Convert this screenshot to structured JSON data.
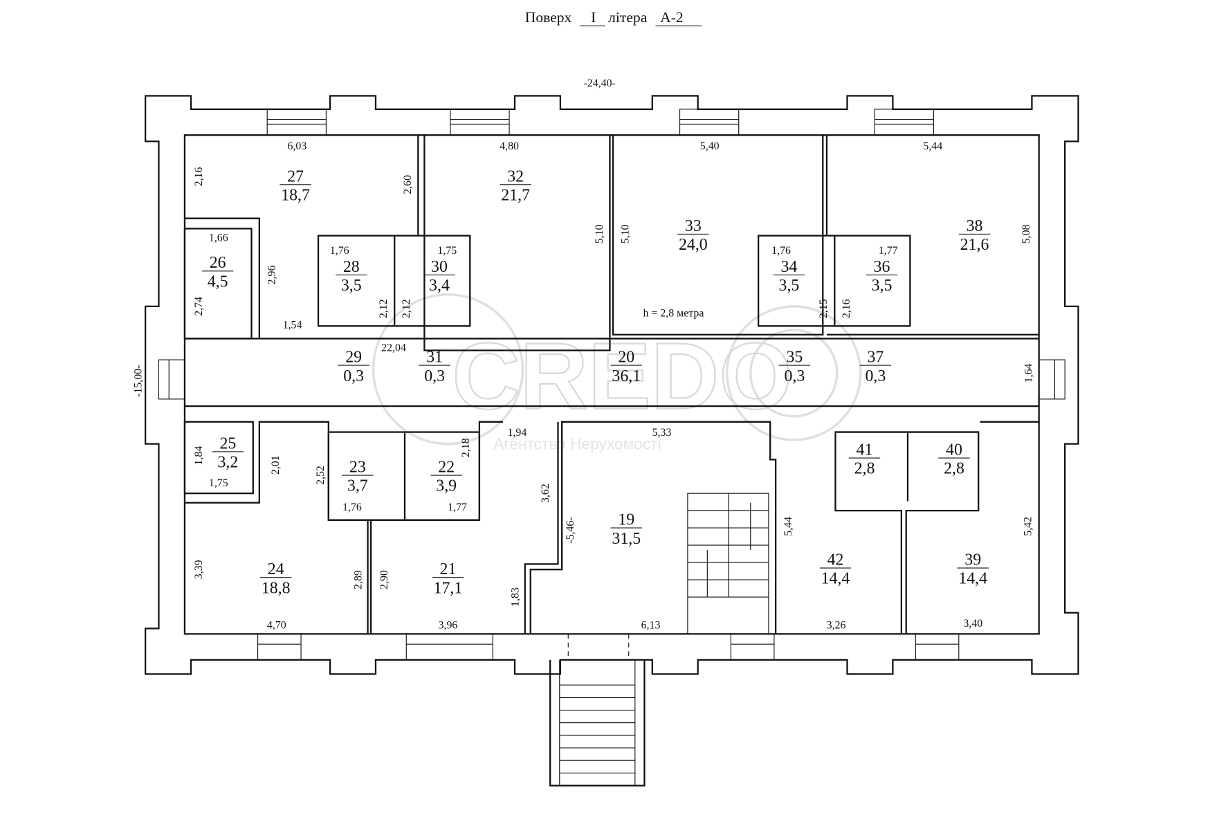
{
  "header": {
    "prefix": "Поверх",
    "floor": "I",
    "mid": "літера",
    "letter": "А-2"
  },
  "overall": {
    "width": "-24,40-",
    "depth": "-15,00-"
  },
  "note": "h = 2,8 метра",
  "watermark": {
    "brand": "CREDO",
    "tagline": "Агентство Нерухомості"
  },
  "rooms": [
    {
      "num": "27",
      "area": "18,7"
    },
    {
      "num": "32",
      "area": "21,7"
    },
    {
      "num": "33",
      "area": "24,0"
    },
    {
      "num": "38",
      "area": "21,6"
    },
    {
      "num": "26",
      "area": "4,5"
    },
    {
      "num": "28",
      "area": "3,5"
    },
    {
      "num": "30",
      "area": "3,4"
    },
    {
      "num": "34",
      "area": "3,5"
    },
    {
      "num": "36",
      "area": "3,5"
    },
    {
      "num": "29",
      "area": "0,3"
    },
    {
      "num": "31",
      "area": "0,3"
    },
    {
      "num": "20",
      "area": "36,1"
    },
    {
      "num": "35",
      "area": "0,3"
    },
    {
      "num": "37",
      "area": "0,3"
    },
    {
      "num": "25",
      "area": "3,2"
    },
    {
      "num": "23",
      "area": "3,7"
    },
    {
      "num": "22",
      "area": "3,9"
    },
    {
      "num": "41",
      "area": "2,8"
    },
    {
      "num": "40",
      "area": "2,8"
    },
    {
      "num": "19",
      "area": "31,5"
    },
    {
      "num": "24",
      "area": "18,8"
    },
    {
      "num": "21",
      "area": "17,1"
    },
    {
      "num": "42",
      "area": "14,4"
    },
    {
      "num": "39",
      "area": "14,4"
    }
  ],
  "dimensions": [
    "6,03",
    "4,80",
    "5,40",
    "5,44",
    "2,16",
    "2,60",
    "5,10",
    "5,10",
    "5,08",
    "1,66",
    "2,96",
    "2,74",
    "1,54",
    "22,04",
    "1,76",
    "1,75",
    "2,12",
    "2,12",
    "1,76",
    "1,77",
    "2,15",
    "2,16",
    "1,64",
    "1,94",
    "5,33",
    "1,84",
    "1,75",
    "2,01",
    "2,52",
    "2,18",
    "1,76",
    "1,77",
    "3,62",
    "-5,46-",
    "5,44",
    "5,42",
    "3,39",
    "2,89",
    "2,90",
    "1,83",
    "4,70",
    "3,96",
    "6,13",
    "3,26",
    "3,40"
  ]
}
